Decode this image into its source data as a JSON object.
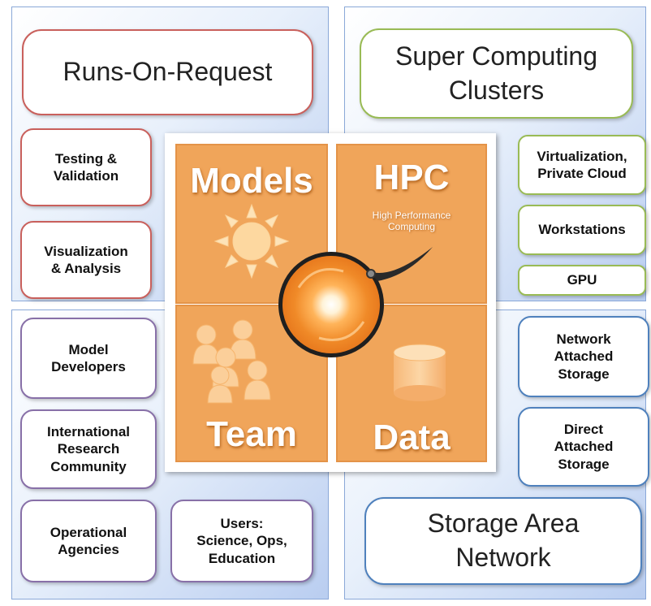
{
  "quadrants": {
    "models": "Models",
    "hpc": "HPC",
    "hpc_sub": "High Performance\nComputing",
    "team": "Team",
    "data": "Data"
  },
  "top_left": {
    "main": "Runs-On-Request",
    "items": [
      "Testing &\nValidation",
      "Visualization\n& Analysis"
    ]
  },
  "top_right": {
    "main": "Super Computing\nClusters",
    "items": [
      "Virtualization,\nPrivate Cloud",
      "Workstations",
      "GPU"
    ]
  },
  "bottom_left": {
    "items": [
      "Model\nDevelopers",
      "International\nResearch\nCommunity",
      "Operational\nAgencies"
    ],
    "users": "Users:\nScience, Ops,\nEducation"
  },
  "bottom_right": {
    "items": [
      "Network\nAttached\nStorage",
      "Direct\nAttached\nStorage"
    ],
    "main": "Storage Area\nNetwork"
  },
  "colors": {
    "orange": "#f0a55a",
    "orange_dark": "#e8893a",
    "red_border": "#c9605c",
    "green_border": "#99bb55",
    "purple_border": "#8870a8",
    "blue_border": "#4f81bd"
  }
}
